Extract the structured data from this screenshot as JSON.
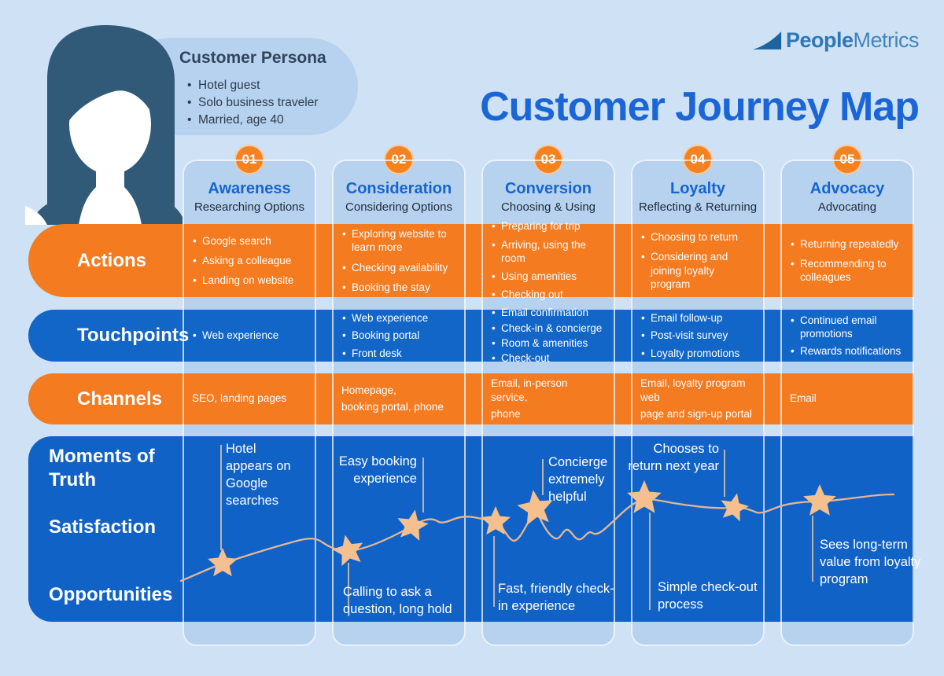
{
  "brand": {
    "logo_bold": "People",
    "logo_light": "Metrics"
  },
  "title": "Customer Journey Map",
  "persona": {
    "heading": "Customer Persona",
    "traits": [
      "Hotel guest",
      "Solo business traveler",
      "Married, age 40"
    ]
  },
  "row_labels": {
    "actions": "Actions",
    "touchpoints": "Touchpoints",
    "channels": "Channels",
    "moments_of_truth": "Moments of Truth",
    "satisfaction": "Satisfaction",
    "opportunities": "Opportunities"
  },
  "stages": [
    {
      "badge": "01",
      "title": "Awareness",
      "subtitle": "Researching Options",
      "actions": [
        "Google search",
        "Asking a colleague",
        "Landing on website"
      ],
      "touchpoints": [
        "Web experience"
      ],
      "channels": [
        "SEO, landing pages"
      ]
    },
    {
      "badge": "02",
      "title": "Consideration",
      "subtitle": "Considering Options",
      "actions": [
        "Exploring website to learn more",
        "Checking availability",
        "Booking the stay"
      ],
      "touchpoints": [
        "Web experience",
        "Booking portal",
        "Front desk"
      ],
      "channels": [
        "Homepage,",
        "booking portal, phone"
      ]
    },
    {
      "badge": "03",
      "title": "Conversion",
      "subtitle": "Choosing & Using",
      "actions": [
        "Preparing for trip",
        "Arriving, using the room",
        "Using amenities",
        "Checking out"
      ],
      "touchpoints": [
        "Email confirmation",
        "Check-in & concierge",
        "Room & amenities",
        "Check-out"
      ],
      "channels": [
        "Email, in-person service,",
        "phone"
      ]
    },
    {
      "badge": "04",
      "title": "Loyalty",
      "subtitle": "Reflecting & Returning",
      "actions": [
        "Choosing to return",
        "Considering and joining loyalty program"
      ],
      "touchpoints": [
        "Email follow-up",
        "Post-visit survey",
        "Loyalty promotions"
      ],
      "channels": [
        "Email, loyalty program web",
        "page and sign-up portal"
      ]
    },
    {
      "badge": "05",
      "title": "Advocacy",
      "subtitle": "Advocating",
      "actions": [
        "Returning repeatedly",
        "Recommending to colleagues"
      ],
      "touchpoints": [
        "Continued email promotions",
        "Rewards notifications"
      ],
      "channels": [
        "Email"
      ]
    }
  ],
  "moments": [
    {
      "stage": "Awareness",
      "row": "moment_of_truth",
      "text": "Hotel appears on Google searches"
    },
    {
      "stage": "Consideration",
      "row": "opportunity",
      "text": "Calling to ask a question, long hold"
    },
    {
      "stage": "Consideration",
      "row": "moment_of_truth",
      "text": "Easy booking experience"
    },
    {
      "stage": "Conversion",
      "row": "opportunity",
      "text": "Fast, friendly check-in experience"
    },
    {
      "stage": "Conversion",
      "row": "moment_of_truth",
      "text": "Concierge extremely helpful"
    },
    {
      "stage": "Loyalty",
      "row": "opportunity",
      "text": "Simple check-out process"
    },
    {
      "stage": "Loyalty",
      "row": "moment_of_truth",
      "text": "Chooses to return next year"
    },
    {
      "stage": "Advocacy",
      "row": "opportunity",
      "text": "Sees long-term value from loyalty program"
    }
  ],
  "colors": {
    "background": "#cfe1f5",
    "card_blue": "#b7d2ee",
    "accent_orange": "#f47b20",
    "band_blue": "#1166c7",
    "title_blue": "#1a66d6",
    "curve_peach": "#e3b694",
    "star_peach": "#f6bf8e"
  }
}
